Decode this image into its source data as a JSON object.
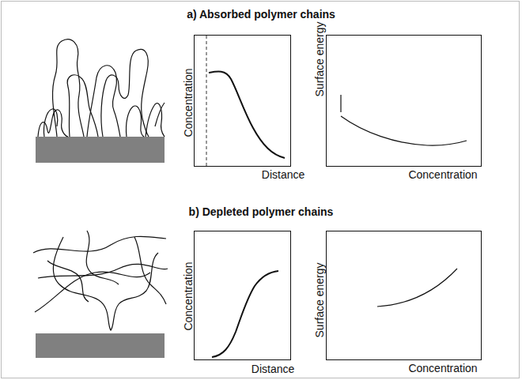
{
  "diagram": {
    "labels": [
      "a) Absorbed polymer chains",
      "Concentration",
      "Distance",
      "Surface energy",
      "Concentration",
      "b) Depleted polymer chains",
      "Concentration",
      "Distance",
      "Surface energy",
      "Concentration"
    ]
  }
}
